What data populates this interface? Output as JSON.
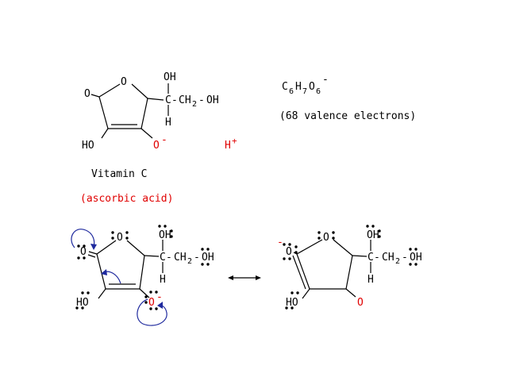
{
  "formula": {
    "base": "C",
    "c_sub": "6",
    "h": "H",
    "h_sub": "7",
    "o": "O",
    "o_sub": "6",
    "charge": "-",
    "valence_note": "(68 valence electrons)"
  },
  "names": {
    "common": "Vitamin C",
    "systematic": "(ascorbic acid)"
  },
  "proton": {
    "symbol": "H",
    "charge": "+"
  },
  "atoms": {
    "O": "O",
    "OH": "OH",
    "HO": "HO",
    "H": "H",
    "C": "C",
    "CH2": "CH",
    "sub2": "2",
    "minus": "-",
    "dash": "-"
  },
  "colors": {
    "charge_red": "#e00000",
    "arrow_blue": "#1f2a9e",
    "ink": "#000000"
  }
}
